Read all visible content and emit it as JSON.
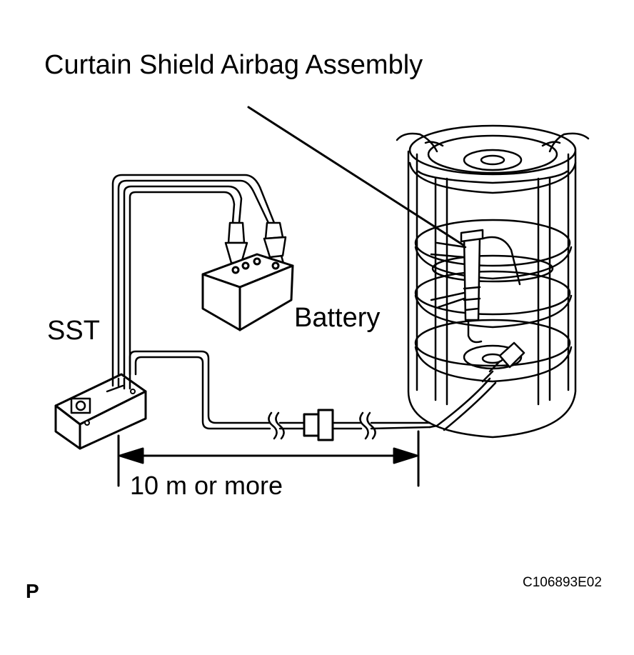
{
  "labels": {
    "assembly": "Curtain Shield Airbag Assembly",
    "sst": "SST",
    "battery": "Battery",
    "distance": "10 m or more",
    "panel": "P",
    "figure_code": "C106893E02"
  },
  "icons": {
    "sst_box": "sst-tool-box-icon",
    "battery": "battery-icon",
    "connector": "wire-connector-icon",
    "cage": "airbag-disposal-cage-icon"
  },
  "colors": {
    "ink": "#000000",
    "paper": "#ffffff"
  }
}
